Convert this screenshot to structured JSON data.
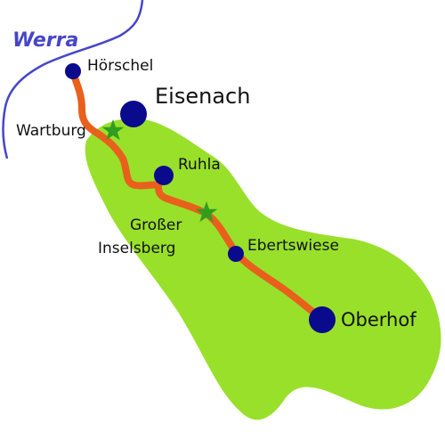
{
  "colors": {
    "land": "#99e02b",
    "trail": "#e8601c",
    "river": "#4646c8",
    "town": "#0a0a8c",
    "summit": "#2f9e1f",
    "label": "#111111"
  },
  "river": {
    "name": "Werra",
    "icon": "river-line"
  },
  "places": {
    "hoerschel": "Hörschel",
    "eisenach": "Eisenach",
    "wartburg": "Wartburg",
    "ruhla": "Ruhla",
    "grosser_line1": "Großer",
    "grosser_line2": "Inselsberg",
    "ebertswiese": "Ebertswiese",
    "oberhof": "Oberhof"
  },
  "icons": {
    "town": "circle-icon",
    "summit": "star-icon"
  }
}
